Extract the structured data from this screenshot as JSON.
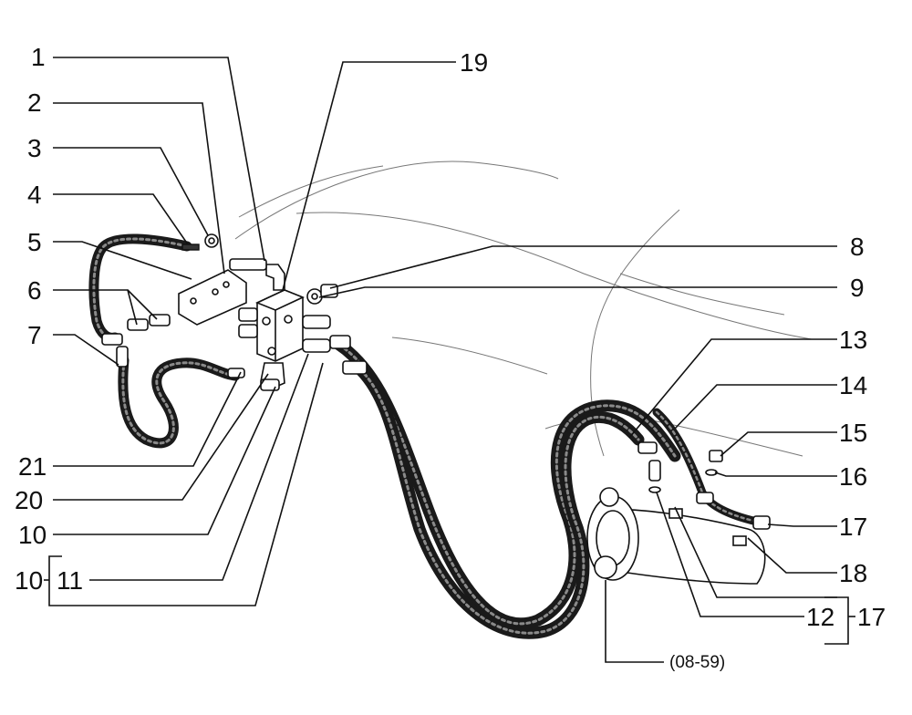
{
  "diagram": {
    "callouts": [
      {
        "id": "c1",
        "text": "1"
      },
      {
        "id": "c2",
        "text": "2"
      },
      {
        "id": "c3",
        "text": "3"
      },
      {
        "id": "c4",
        "text": "4"
      },
      {
        "id": "c5",
        "text": "5"
      },
      {
        "id": "c6",
        "text": "6"
      },
      {
        "id": "c7",
        "text": "7"
      },
      {
        "id": "c8",
        "text": "8"
      },
      {
        "id": "c9",
        "text": "9"
      },
      {
        "id": "c10a",
        "text": "10"
      },
      {
        "id": "c10b",
        "text": "10"
      },
      {
        "id": "c11",
        "text": "11"
      },
      {
        "id": "c12",
        "text": "12"
      },
      {
        "id": "c13",
        "text": "13"
      },
      {
        "id": "c14",
        "text": "14"
      },
      {
        "id": "c15",
        "text": "15"
      },
      {
        "id": "c16",
        "text": "16"
      },
      {
        "id": "c17a",
        "text": "17"
      },
      {
        "id": "c17b",
        "text": "17"
      },
      {
        "id": "c18",
        "text": "18"
      },
      {
        "id": "c19",
        "text": "19"
      },
      {
        "id": "c20",
        "text": "20"
      },
      {
        "id": "c21",
        "text": "21"
      }
    ],
    "reference_note": "(08-59)"
  }
}
